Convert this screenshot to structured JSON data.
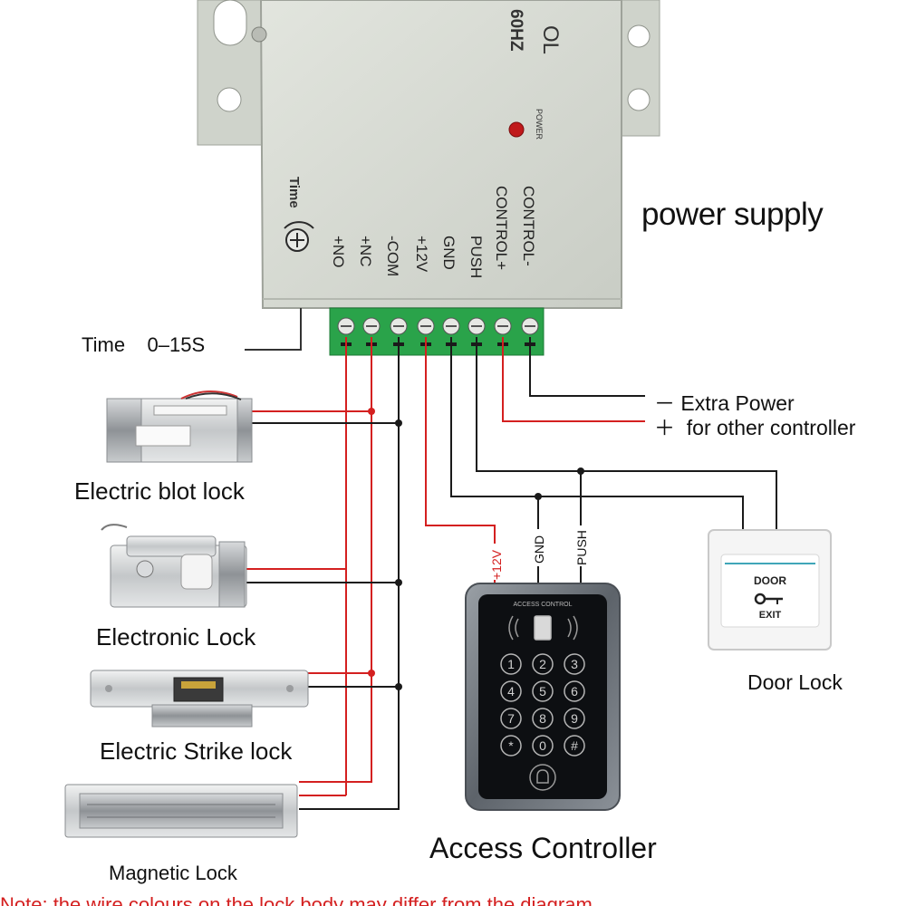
{
  "power_supply": {
    "title": "power supply",
    "case_text_1": "OL",
    "case_text_2": "60HZ",
    "power_led_label": "POWER",
    "time_label": "Time",
    "terminals": [
      "+NO",
      "+NC",
      "-COM",
      "+12V",
      "GND",
      "PUSH",
      "CONTROL+",
      "CONTROL-"
    ]
  },
  "time_note": "Time    0–15S",
  "extra_power": {
    "line1": "－ Extra Power",
    "line2": "＋  for other controller"
  },
  "locks": [
    {
      "name": "Electric blot lock"
    },
    {
      "name": "Electronic Lock"
    },
    {
      "name": "Electric Strike lock"
    },
    {
      "name": "Magnetic Lock"
    }
  ],
  "controller": {
    "name": "Access Controller",
    "panel_title": "ACCESS CONTROL",
    "wire_labels": [
      "+12V",
      "GND",
      "PUSH"
    ],
    "keys": [
      "1",
      "2",
      "3",
      "4",
      "5",
      "6",
      "7",
      "8",
      "9",
      "*",
      "0",
      "#"
    ]
  },
  "door_button": {
    "name": "Door Lock",
    "line1": "DOOR",
    "line2": "EXIT"
  },
  "footer": "Note: the wire colours on the lock body may differ from the diagram",
  "colors": {
    "red_wire": "#d42020",
    "black_wire": "#1a1a1a",
    "case": "#d9dcd5",
    "terminal_block": "#2aa34a"
  }
}
